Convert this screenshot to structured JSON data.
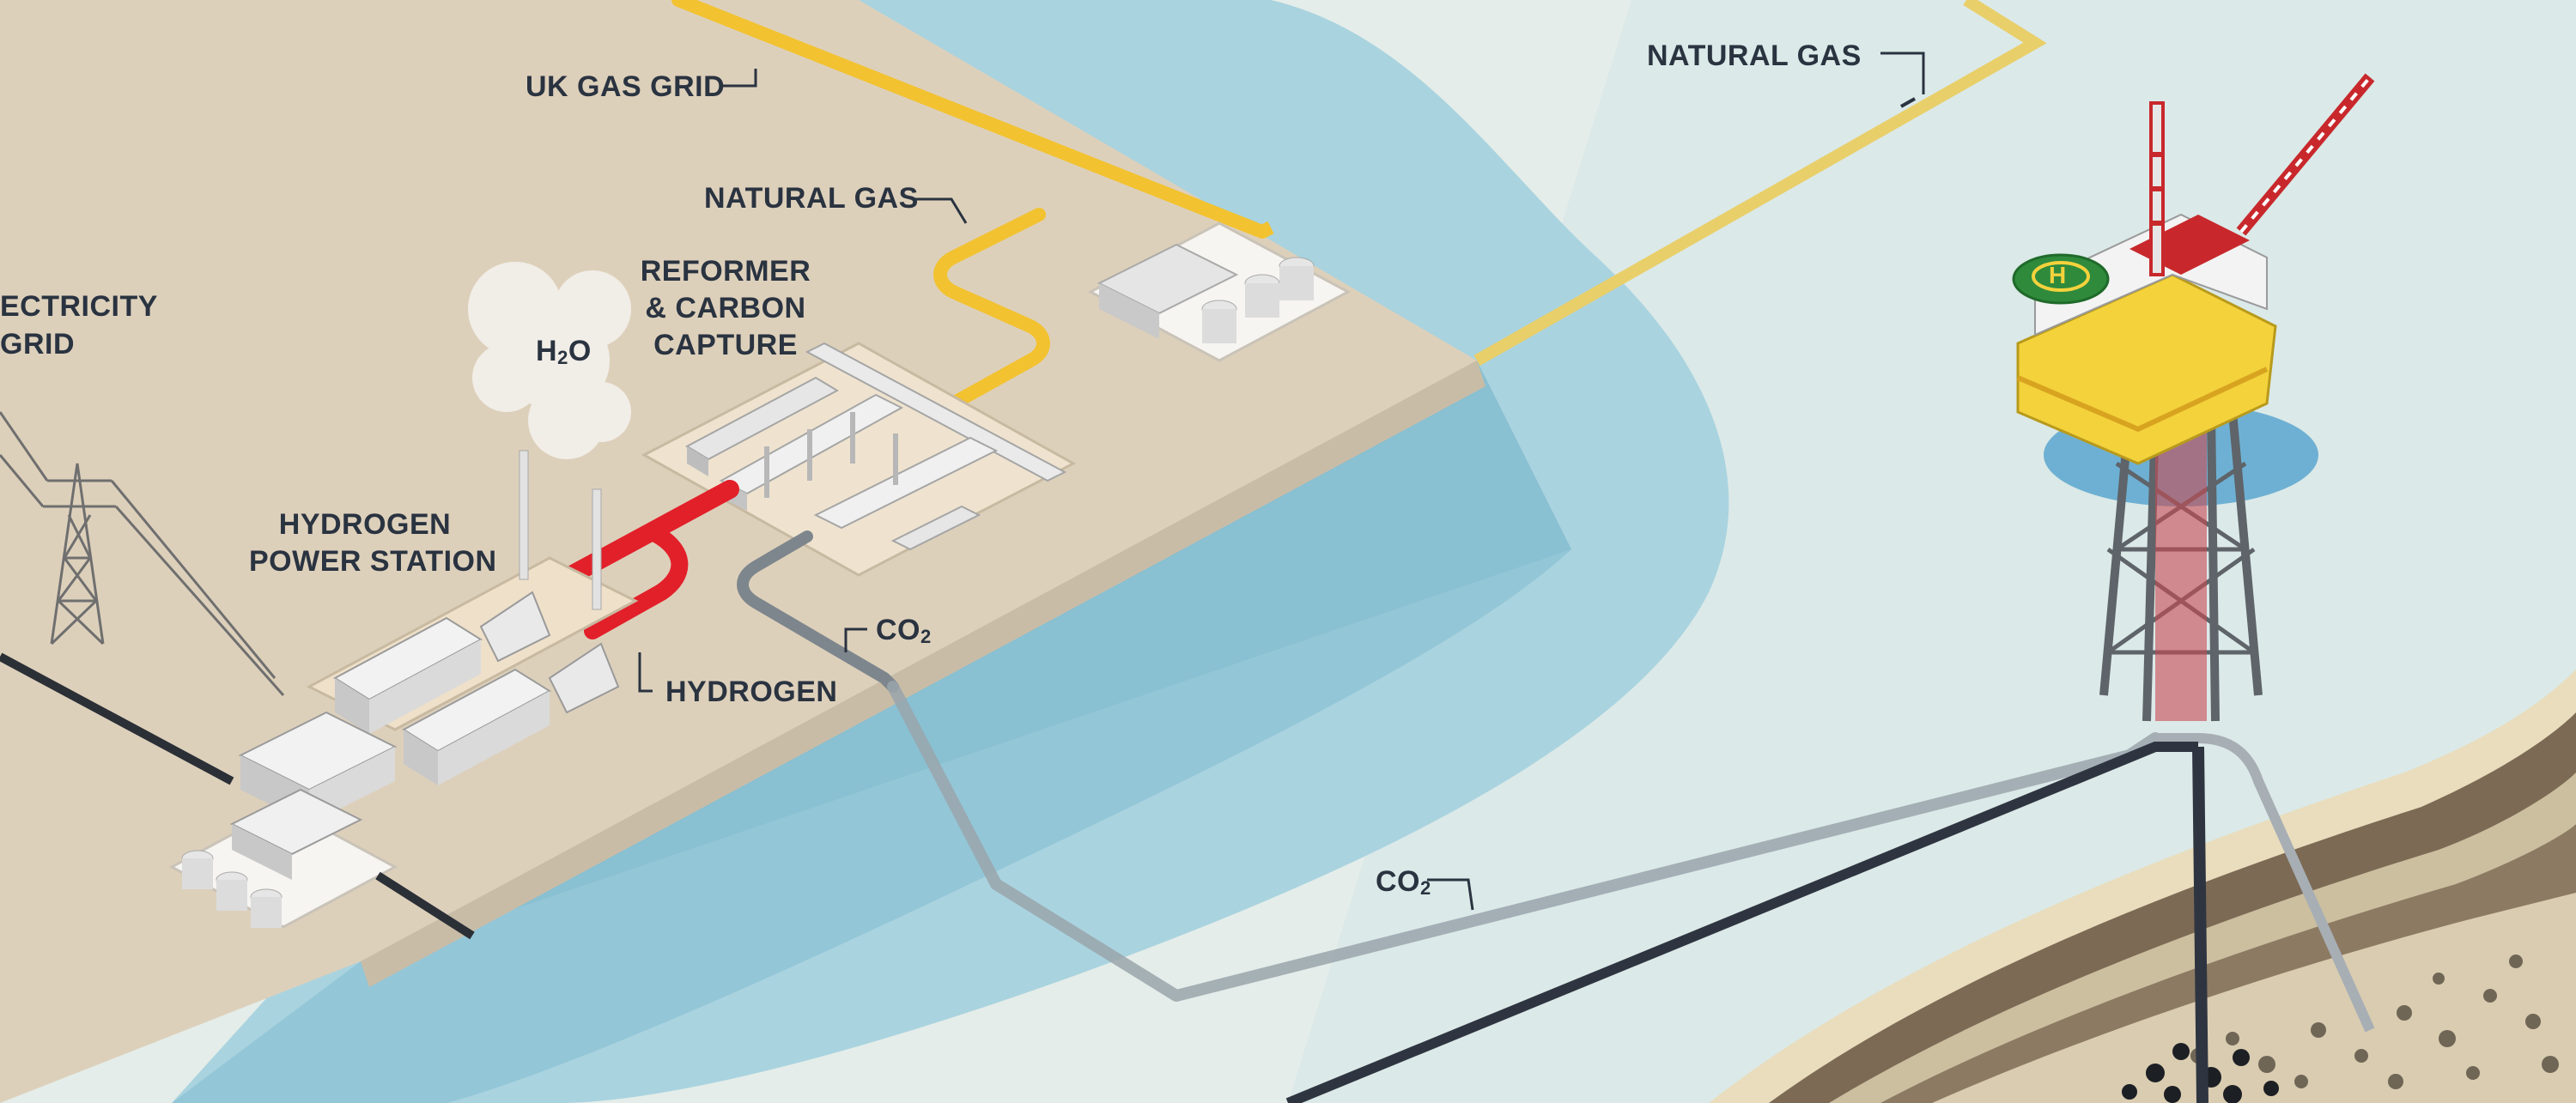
{
  "labels": {
    "uk_gas_grid": "UK GAS GRID",
    "natural_gas_onshore": "NATURAL GAS",
    "natural_gas_offshore": "NATURAL GAS",
    "electricity_grid_line1": "ECTRICITY",
    "electricity_grid_line2": "GRID",
    "reformer_line1": "REFORMER",
    "reformer_line2": "& CARBON",
    "reformer_line3": "CAPTURE",
    "h2o_main": "H",
    "h2o_sub": "2",
    "h2o_tail": "O",
    "hydrogen_power_line1": "HYDROGEN",
    "hydrogen_power_line2": "POWER STATION",
    "hydrogen": "HYDROGEN",
    "co2_onshore_main": "CO",
    "co2_onshore_sub": "2",
    "co2_offshore_main": "CO",
    "co2_offshore_sub": "2",
    "helipad_letter": "H"
  },
  "colors": {
    "land": "#ddd0bb",
    "sea_shallow": "#a9d3df",
    "sea_deep": "#8cc1d4",
    "sky": "#e4ede9",
    "natural_gas_pipe": "#f2c230",
    "hydrogen_pipe": "#e2202a",
    "co2_pipe": "#8e969c",
    "electricity_cable": "#2b2f36",
    "platform_yellow": "#f4d23c",
    "platform_red": "#c8282c",
    "helipad_green": "#2f8a3c",
    "rock_brown": "#7c6a55",
    "rock_sand": "#e9ddbd"
  }
}
